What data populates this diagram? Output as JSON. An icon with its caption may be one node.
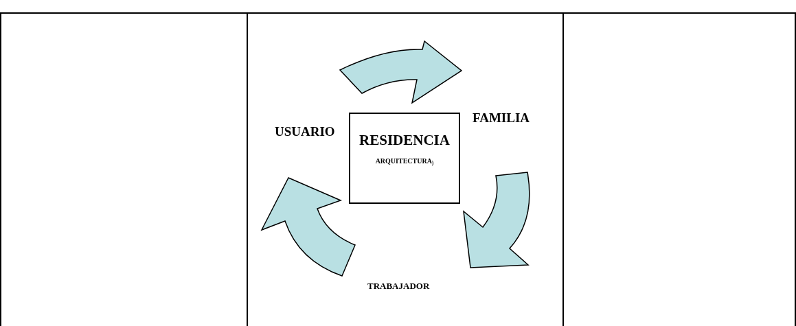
{
  "diagram": {
    "nodes": [
      {
        "text": [
          "USUARIO"
        ]
      },
      {
        "text": [
          "RESIDENCIA",
          "ARQUITECTURA$_{)}$"
        ]
      },
      {
        "text": [
          "FAMILIA"
        ]
      },
      {
        "text": [
          "TRABAJADOR"
        ]
      }
    ],
    "edges": [
      {
        "from": 0,
        "to": 2,
        "arrow": "to"
      },
      {
        "from": 2,
        "to": 3,
        "arrow": "to"
      },
      {
        "from": 3,
        "to": 0,
        "arrow": "to"
      }
    ]
  }
}
